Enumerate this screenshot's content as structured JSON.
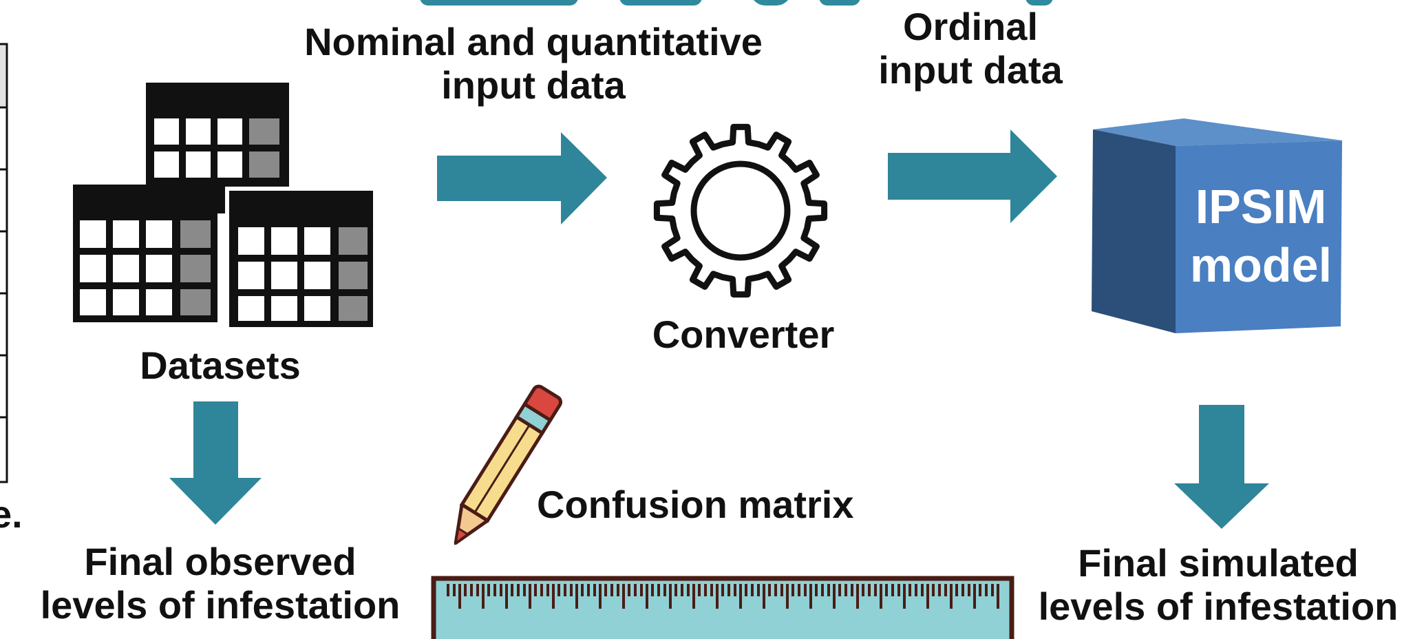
{
  "labels": {
    "nominal_quantitative": "Nominal and quantitative\ninput data",
    "ordinal": "Ordinal\ninput data",
    "datasets": "Datasets",
    "converter": "Converter",
    "ipsim_model": "IPSIM\nmodel",
    "confusion_matrix": "Confusion matrix",
    "final_observed": "Final observed\nlevels of infestation",
    "final_simulated": "Final simulated\nlevels of infestation",
    "cropped_left_fragment": "e."
  },
  "colors": {
    "arrow": "#2f8599",
    "text": "#111111",
    "cube_front": "#4a7fc1",
    "cube_side": "#2b4f78",
    "cube_top": "#5d8fc9",
    "ruler_fill": "#8fd1d4",
    "ruler_border": "#4a1c16",
    "pencil_body": "#f6dc8c",
    "pencil_eraser": "#d9473f",
    "pencil_band": "#8fd1d4"
  },
  "icons": [
    "datasets-table-icon",
    "gear-icon",
    "cube-icon",
    "pencil-icon",
    "ruler-icon"
  ]
}
